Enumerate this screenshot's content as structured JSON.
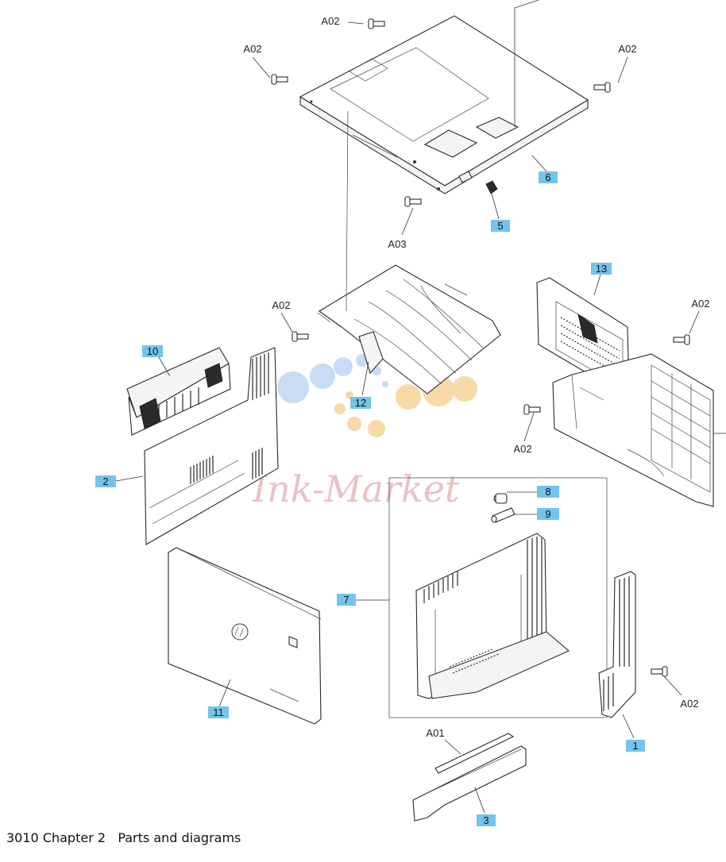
{
  "footer": {
    "page_number": "3010",
    "chapter": "Chapter 2",
    "section": "Parts and diagrams"
  },
  "watermark": {
    "text": "Ink-Market"
  },
  "callouts": [
    {
      "id": "1",
      "label": "1"
    },
    {
      "id": "2",
      "label": "2"
    },
    {
      "id": "3",
      "label": "3"
    },
    {
      "id": "5",
      "label": "5"
    },
    {
      "id": "6",
      "label": "6"
    },
    {
      "id": "7",
      "label": "7"
    },
    {
      "id": "8",
      "label": "8"
    },
    {
      "id": "9",
      "label": "9"
    },
    {
      "id": "10",
      "label": "10"
    },
    {
      "id": "11",
      "label": "11"
    },
    {
      "id": "12",
      "label": "12"
    },
    {
      "id": "13",
      "label": "13"
    }
  ],
  "fastener_labels": {
    "a01": "A01",
    "a02": "A02",
    "a03": "A03"
  },
  "colors": {
    "callout_fill": "#73c4ec",
    "watermark": "#e2a7a7",
    "watermark_dots": [
      "#c9dcf6",
      "#f8d9a8"
    ]
  }
}
